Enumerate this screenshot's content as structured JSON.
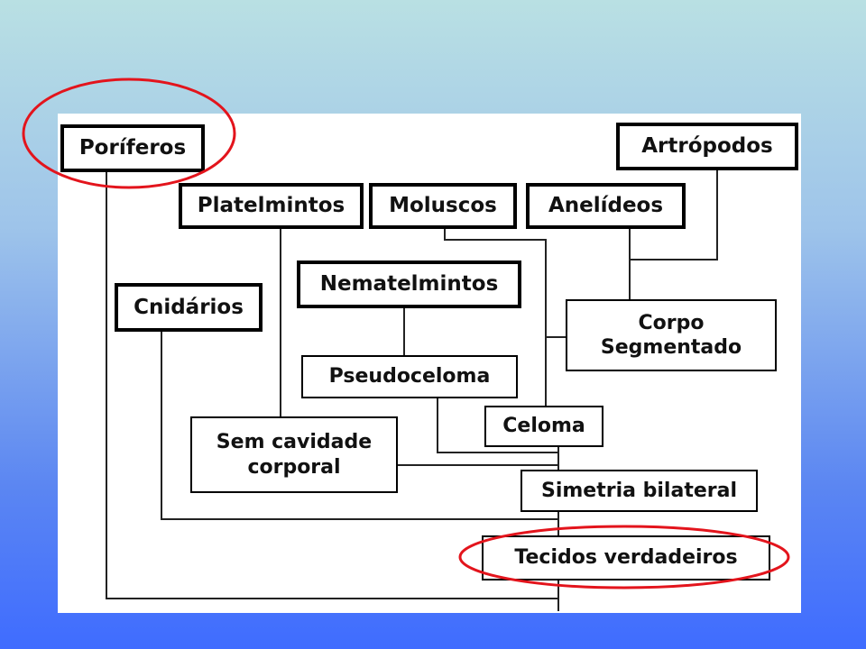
{
  "diagram": {
    "nodes": {
      "poriferos": "Poríferos",
      "artropodos": "Artrópodos",
      "platelmintos": "Platelmintos",
      "moluscos": "Moluscos",
      "anelideos": "Anelídeos",
      "nematelmintos": "Nematelmintos",
      "cnidarios": "Cnidários",
      "corpo_segmentado": [
        "Corpo",
        "Segmentado"
      ],
      "pseudoceloma": "Pseudoceloma",
      "celoma": "Celoma",
      "sem_cavidade": [
        "Sem cavidade",
        "corporal"
      ],
      "simetria_bilateral": "Simetria bilateral",
      "tecidos_verdadeiros": "Tecidos verdadeiros"
    },
    "highlight_color": "#e3141c",
    "highlighted": [
      "Poríferos",
      "Tecidos verdadeiros"
    ]
  }
}
